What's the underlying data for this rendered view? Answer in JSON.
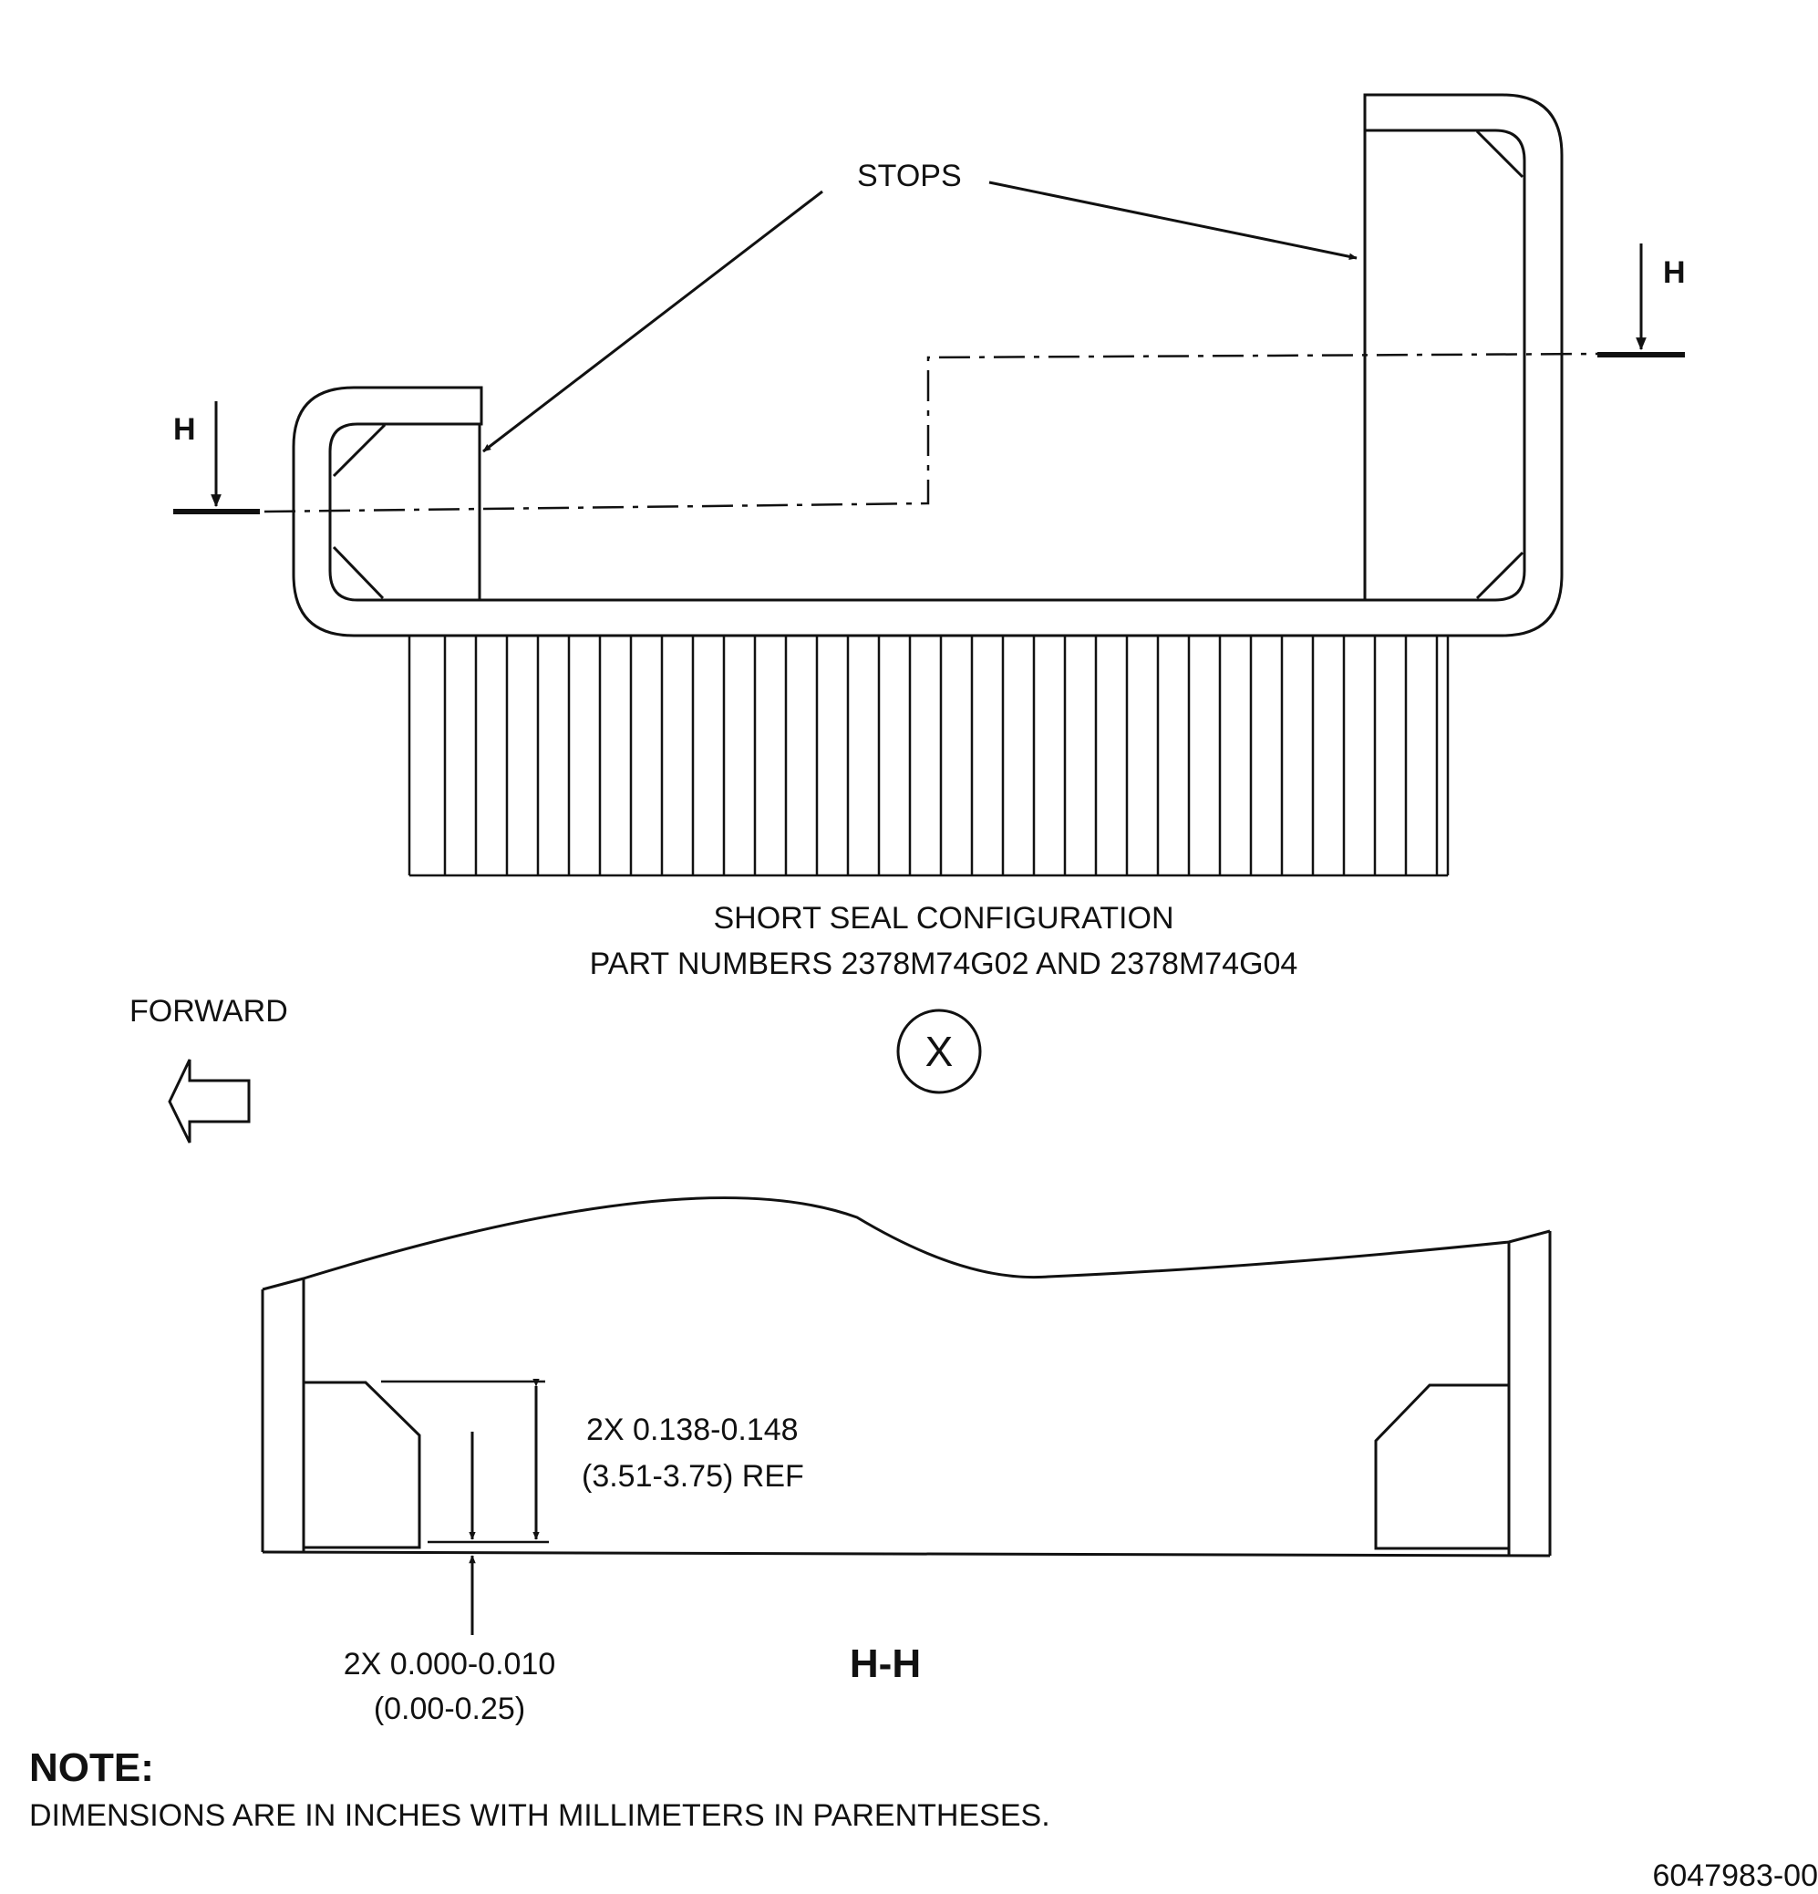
{
  "callouts": {
    "stops": "STOPS",
    "section_mark": "H",
    "view_letter": "X",
    "forward": "FORWARD",
    "section_title": "H-H"
  },
  "caption": {
    "line1": "SHORT SEAL CONFIGURATION",
    "line2": "PART NUMBERS 2378M74G02 AND 2378M74G04"
  },
  "dimensions": {
    "height_line1": "2X 0.138-0.148",
    "height_line2": "(3.51-3.75) REF",
    "gap_line1": "2X 0.000-0.010",
    "gap_line2": "(0.00-0.25)"
  },
  "note": {
    "heading": "NOTE:",
    "text": "DIMENSIONS ARE IN INCHES WITH MILLIMETERS IN PARENTHESES."
  },
  "figure_id": "6047983-00"
}
